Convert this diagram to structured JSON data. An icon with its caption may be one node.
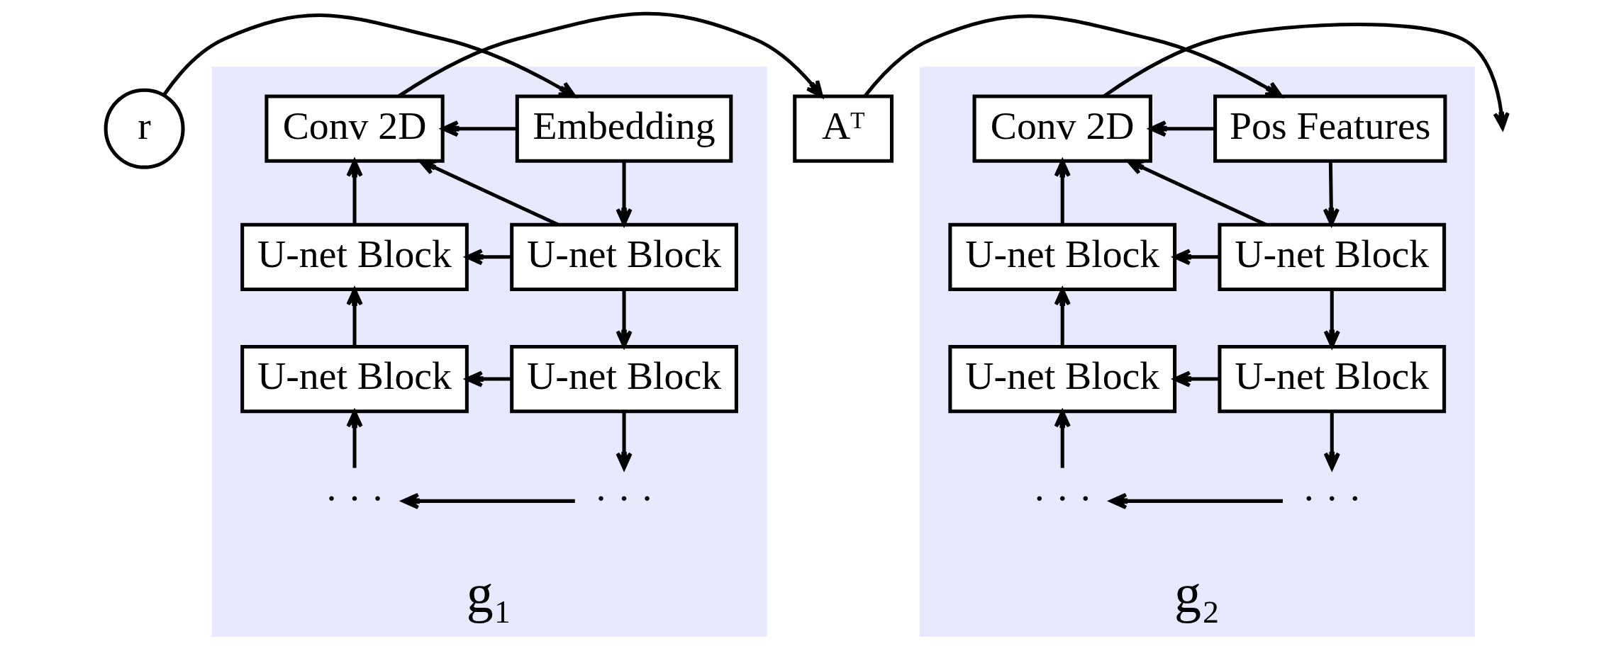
{
  "diagram": {
    "nodes": [
      {
        "text": [
          "r"
        ]
      },
      {
        "text": [
          "g₁"
        ]
      },
      {
        "text": [
          "Embedding"
        ],
        "in": 1
      },
      {
        "text": [
          "Conv 2D"
        ],
        "in": 1
      },
      {
        "text": [
          "U-net Block"
        ],
        "in": 1
      },
      {
        "text": [
          "U-net Block"
        ],
        "in": 1
      },
      {
        "text": [
          "U-net Block"
        ],
        "in": 1
      },
      {
        "text": [
          "U-net Block"
        ],
        "in": 1
      },
      {
        "text": [
          "· · ·"
        ],
        "in": 1
      },
      {
        "text": [
          "· · ·"
        ],
        "in": 1
      },
      {
        "text": [
          "Aᵀ"
        ]
      },
      {
        "text": [
          "g₂"
        ]
      },
      {
        "text": [
          "Pos Features"
        ],
        "in": 11
      },
      {
        "text": [
          "Conv 2D"
        ],
        "in": 11
      },
      {
        "text": [
          "U-net Block"
        ],
        "in": 11
      },
      {
        "text": [
          "U-net Block"
        ],
        "in": 11
      },
      {
        "text": [
          "U-net Block"
        ],
        "in": 11
      },
      {
        "text": [
          "U-net Block"
        ],
        "in": 11
      },
      {
        "text": [
          "· · ·"
        ],
        "in": 11
      },
      {
        "text": [
          "· · ·"
        ],
        "in": 11
      }
    ],
    "edges": [
      {
        "from": 0,
        "to": 2,
        "arrow": "to"
      },
      {
        "from": 2,
        "to": 3,
        "arrow": "to"
      },
      {
        "from": 2,
        "to": 4,
        "arrow": "to"
      },
      {
        "from": 4,
        "to": 3,
        "arrow": "to"
      },
      {
        "from": 4,
        "to": 5,
        "arrow": "to"
      },
      {
        "from": 5,
        "to": 3,
        "arrow": "to"
      },
      {
        "from": 4,
        "to": 6,
        "arrow": "to"
      },
      {
        "from": 6,
        "to": 7,
        "arrow": "to"
      },
      {
        "from": 7,
        "to": 5,
        "arrow": "to"
      },
      {
        "from": 6,
        "to": 8,
        "arrow": "to"
      },
      {
        "from": 8,
        "to": 9,
        "arrow": "to"
      },
      {
        "from": 9,
        "to": 7,
        "arrow": "to"
      },
      {
        "from": 3,
        "to": 10,
        "arrow": "to"
      },
      {
        "from": 10,
        "to": 12,
        "arrow": "to"
      },
      {
        "from": 12,
        "to": 13,
        "arrow": "to"
      },
      {
        "from": 12,
        "to": 14,
        "arrow": "to"
      },
      {
        "from": 14,
        "to": 13,
        "arrow": "to"
      },
      {
        "from": 14,
        "to": 15,
        "arrow": "to"
      },
      {
        "from": 15,
        "to": 13,
        "arrow": "to"
      },
      {
        "from": 14,
        "to": 16,
        "arrow": "to"
      },
      {
        "from": 16,
        "to": 17,
        "arrow": "to"
      },
      {
        "from": 17,
        "to": 15,
        "arrow": "to"
      },
      {
        "from": 16,
        "to": 18,
        "arrow": "to"
      },
      {
        "from": 18,
        "to": 19,
        "arrow": "to"
      },
      {
        "from": 19,
        "to": 17,
        "arrow": "to"
      },
      {
        "from": 13,
        "to": null,
        "arrow": "to"
      }
    ]
  }
}
